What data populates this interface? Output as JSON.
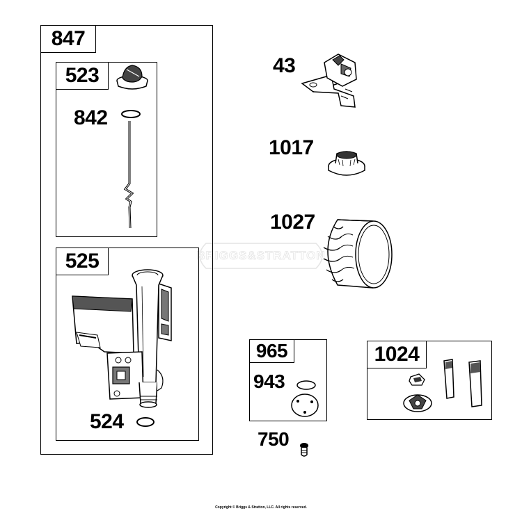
{
  "diagram": {
    "watermark": "BRIGGS&STRATTON",
    "copyright": "Copyright © Briggs & Stratton, LLC. All rights reserved.",
    "groups": {
      "g847": "847",
      "g523": "523",
      "g525": "525",
      "g965": "965",
      "g1024": "1024"
    },
    "parts": {
      "p842": "842",
      "p524": "524",
      "p43": "43",
      "p1017": "1017",
      "p1027": "1027",
      "p943": "943",
      "p750": "750"
    }
  }
}
